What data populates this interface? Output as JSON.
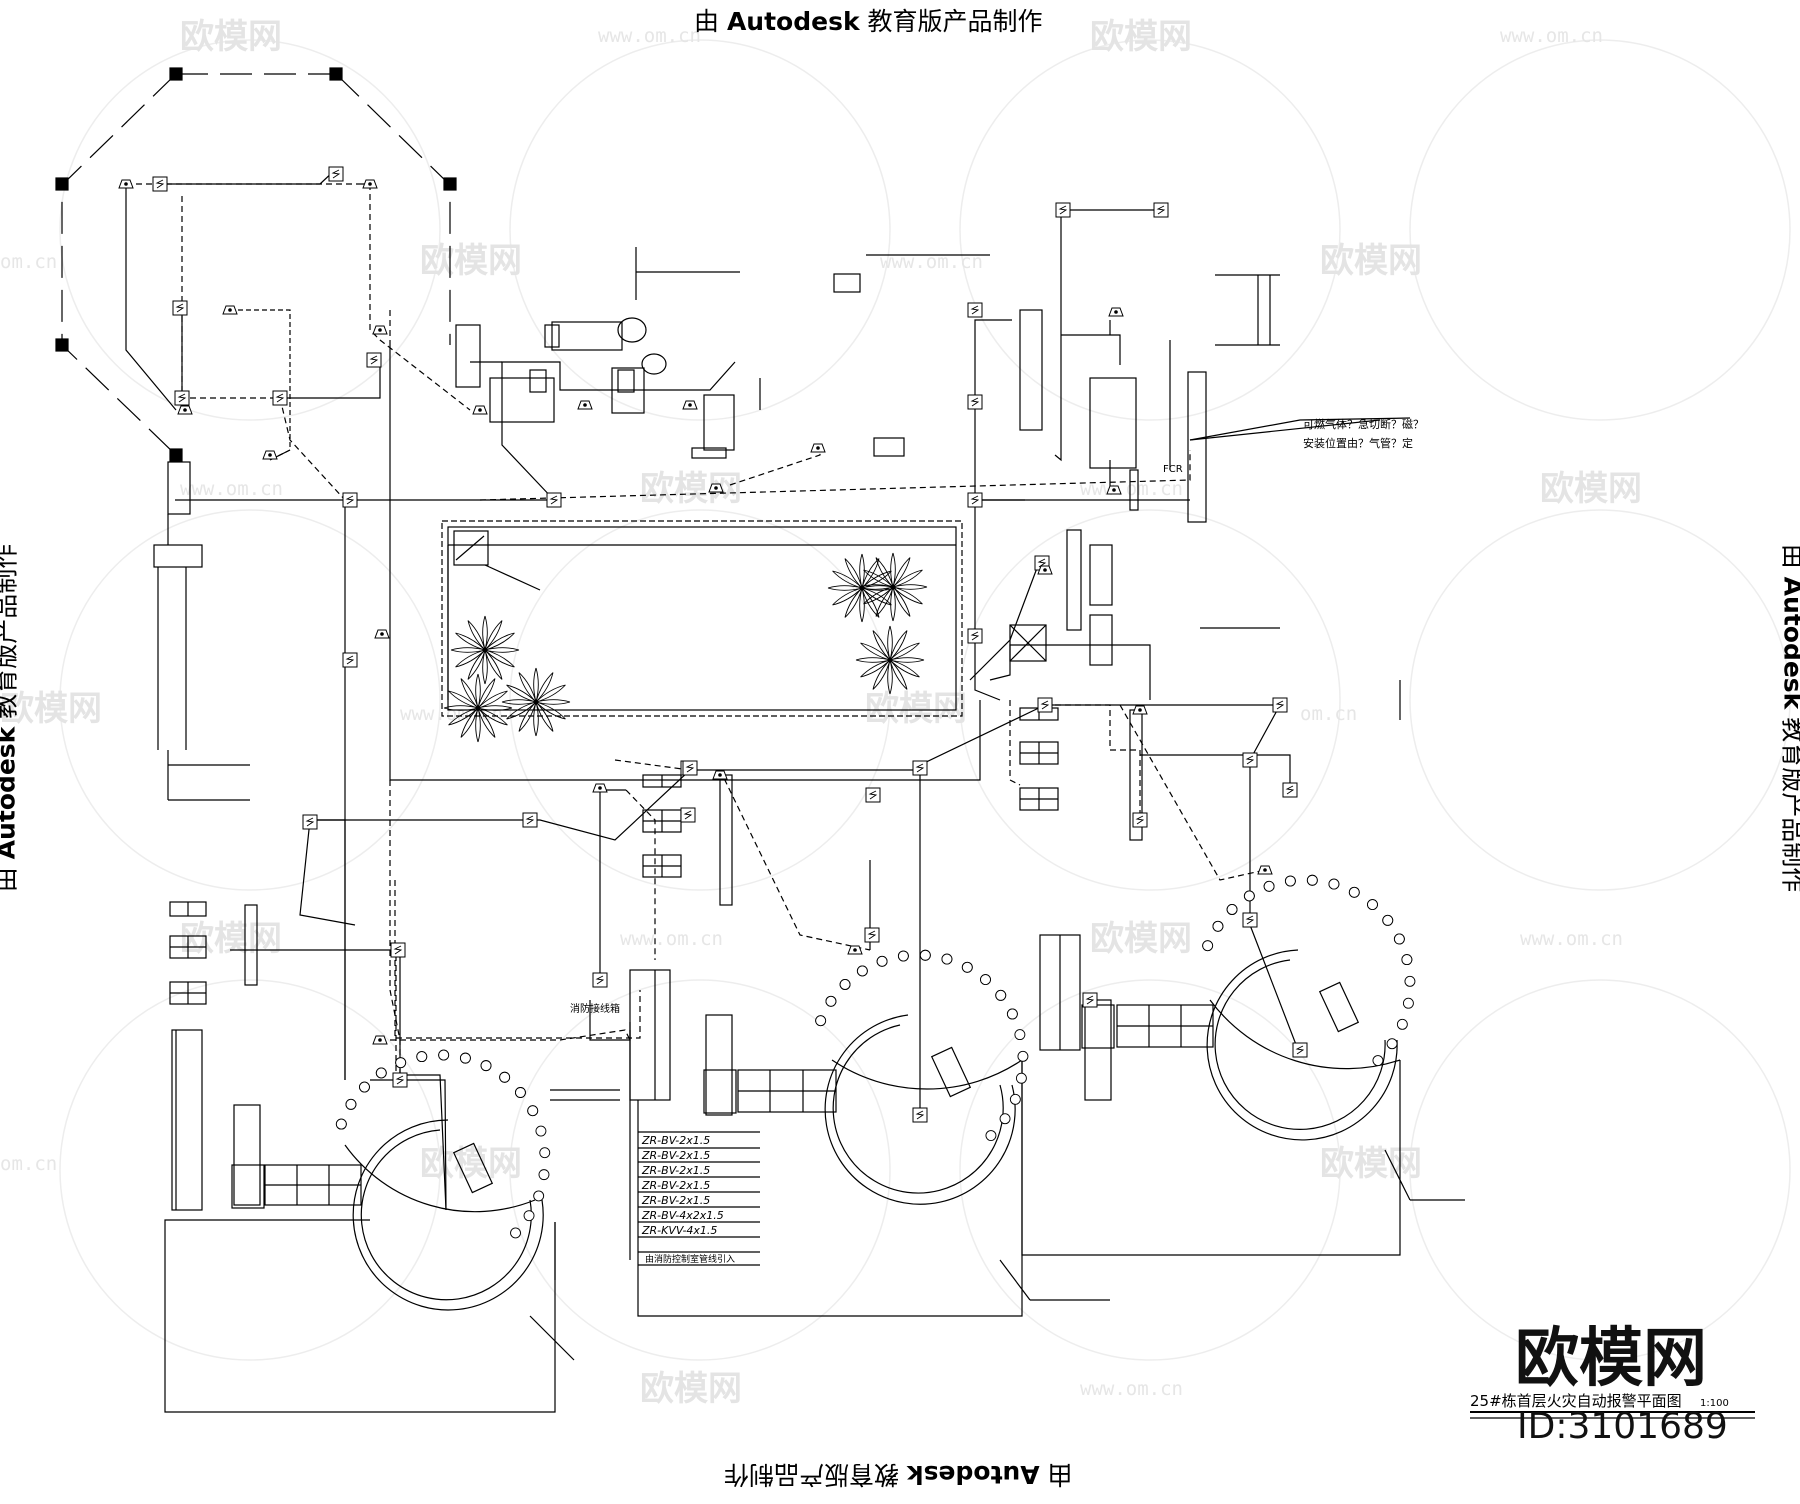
{
  "edition_stamp": {
    "prefix": "由 ",
    "brand": "Autodesk",
    "suffix": " 教育版产品制作"
  },
  "watermark": {
    "logo_text": "欧模网",
    "url_text": "www.om.cn",
    "url_short": "om.cn"
  },
  "branding": {
    "logo": "欧模网",
    "id_label": "ID:3101689"
  },
  "drawing": {
    "title": "25#栋首层火灾自动报警平面图",
    "scale": "1:100",
    "note_gas_line1": "可燃气体？急切断？磁？",
    "note_gas_line2": "安装位置由？气管？定",
    "label_pump": "消防接线箱",
    "label_fcr": "FCR",
    "cable_specs": [
      "ZR-BV-2x1.5",
      "ZR-BV-2x1.5",
      "ZR-BV-2x1.5",
      "ZR-BV-2x1.5",
      "ZR-BV-2x1.5",
      "ZR-BV-4x2x1.5",
      "ZR-KVV-4x1.5"
    ],
    "cable_note": "由消防控制室管线引入"
  },
  "colors": {
    "line": "#000000",
    "watermark": "#e4e4e4",
    "background": "#ffffff"
  }
}
